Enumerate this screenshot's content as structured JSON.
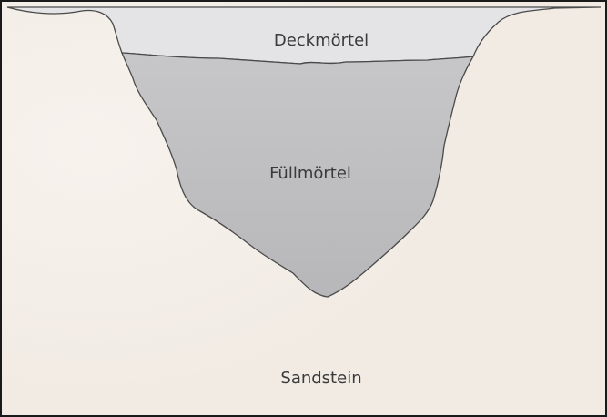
{
  "labels": {
    "cover_mortar": "Deckmörtel",
    "fill_mortar": "Füllmörtel",
    "sandstone": "Sandstein"
  },
  "colors": {
    "sandstone": "#f1ebe4",
    "sandstone_light": "#f7f1eb",
    "cover_mortar": "#e4e4e6",
    "fill_mortar_top": "#c7c7c9",
    "fill_mortar_bottom": "#b7b7b9",
    "outline": "#4a4a4a",
    "border": "#1a1a1a"
  }
}
